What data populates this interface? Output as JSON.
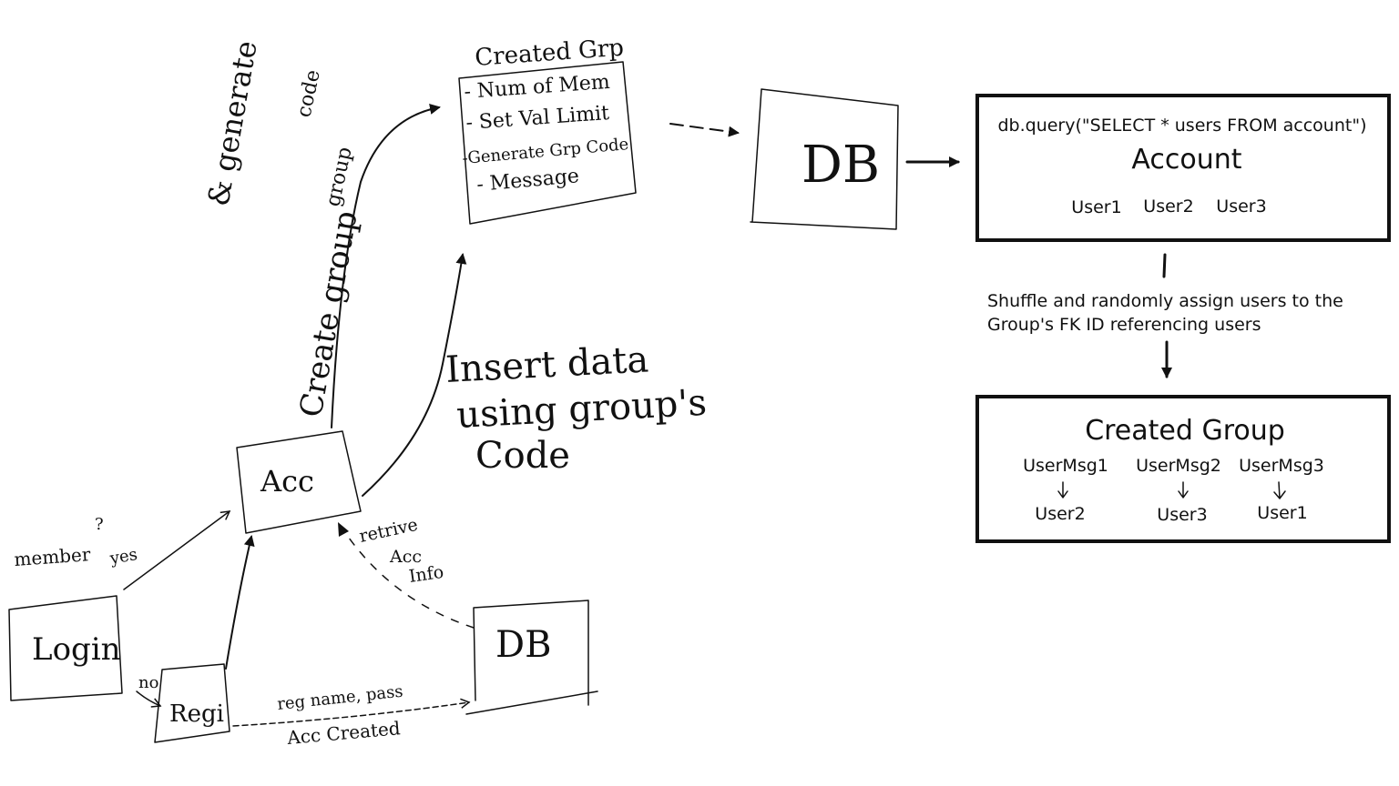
{
  "login": {
    "label": "Login"
  },
  "member_label": "member",
  "member_q": "?",
  "yes_label": "yes",
  "no_label": "no",
  "regi": {
    "label": "Regi"
  },
  "acc": {
    "label": "Acc"
  },
  "db_bottom": {
    "label": "DB"
  },
  "reg_edge_label": "reg name, pass",
  "acc_created_label": "Acc Created",
  "retrieve_label": [
    "retrive",
    "Acc",
    "Info"
  ],
  "create_group_label": "Create group",
  "generate_code_label": [
    "& generate",
    "group",
    "code"
  ],
  "insert_label": [
    "Insert data",
    "using group's",
    "Code"
  ],
  "created_grp_note": {
    "title": "Created Grp",
    "items": [
      "- Num of Mem",
      "- Set Val Limit",
      "-Generate Grp Code",
      "- Message"
    ]
  },
  "db_top": {
    "label": "DB"
  },
  "account_box": {
    "query": "db.query(\"SELECT * users FROM account\")",
    "title": "Account",
    "users": [
      "User1",
      "User2",
      "User3"
    ]
  },
  "shuffle_text": [
    "Shuffle and randomly assign users to the",
    "Group's FK ID referencing users"
  ],
  "created_group_box": {
    "title": "Created Group",
    "messages": [
      "UserMsg1",
      "UserMsg2",
      "UserMsg3"
    ],
    "users": [
      "User2",
      "User3",
      "User1"
    ]
  }
}
